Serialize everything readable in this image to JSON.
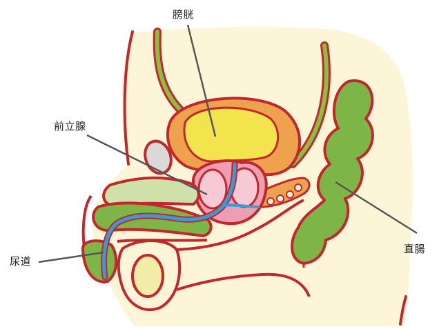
{
  "labels": {
    "bladder": "膀胱",
    "prostate": "前立腺",
    "urethra": "尿道",
    "rectum": "直腸"
  },
  "colors": {
    "outline": "#c1272d",
    "background": "#fdf5d8",
    "bladder_outer": "#eea24d",
    "bladder_inner": "#f3e34c",
    "prostate": "#ec9fb3",
    "prostate_light": "#f6c9d5",
    "rectum": "#7db546",
    "ureter": "#8cbf3f",
    "urethra": "#3b9bd4",
    "leader_line": "#555555",
    "bone": "#d9d9d9",
    "penis_body": "#cfe1a8",
    "testis": "#f2eda6"
  },
  "icons": {
    "pointer": "leader-line"
  }
}
